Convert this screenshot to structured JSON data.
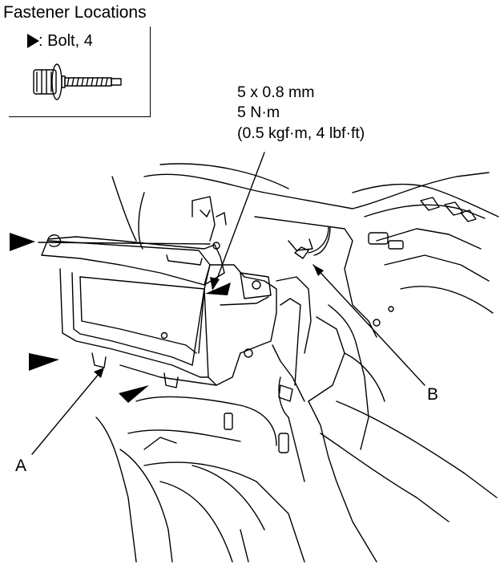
{
  "title": "Fastener Locations",
  "legend": {
    "marker_icon": "black-triangle",
    "text": ": Bolt, 4"
  },
  "spec": {
    "size": "5 x 0.8 mm",
    "torque_nm": "5 N·m",
    "torque_other": "(0.5 kgf·m, 4 lbf·ft)"
  },
  "callouts": {
    "a": "A",
    "b": "B"
  },
  "colors": {
    "line": "#000000",
    "background": "#ffffff"
  }
}
